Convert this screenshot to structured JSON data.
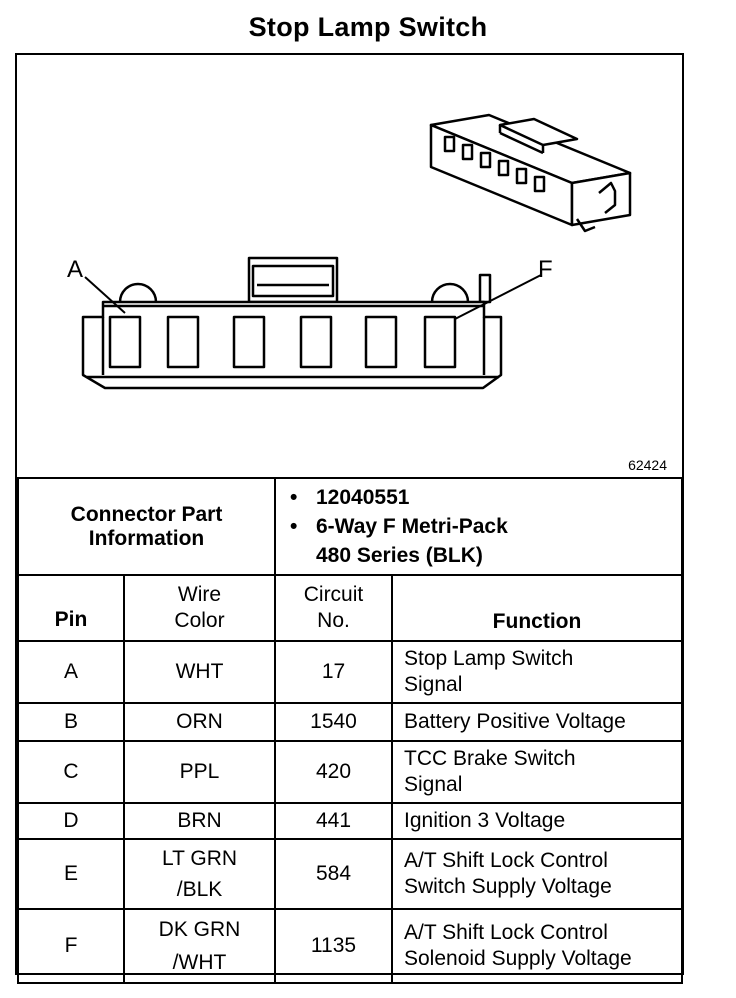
{
  "title": "Stop Lamp Switch",
  "figure_number": "62424",
  "pin_labels": {
    "first": "A",
    "last": "F"
  },
  "connector_info": {
    "label_line1": "Connector Part",
    "label_line2": "Information",
    "bullet": "•",
    "part_number": "12040551",
    "type_line1": "6-Way F Metri-Pack",
    "type_line2": "480 Series (BLK)"
  },
  "columns": {
    "pin": "Pin",
    "wire_color_line1": "Wire",
    "wire_color_line2": "Color",
    "circuit_line1": "Circuit",
    "circuit_line2": "No.",
    "function": "Function"
  },
  "rows": [
    {
      "pin": "A",
      "wire1": "WHT",
      "wire2": "",
      "circuit": "17",
      "func1": "Stop Lamp Switch",
      "func2": "Signal"
    },
    {
      "pin": "B",
      "wire1": "ORN",
      "wire2": "",
      "circuit": "1540",
      "func1": "Battery Positive Voltage",
      "func2": ""
    },
    {
      "pin": "C",
      "wire1": "PPL",
      "wire2": "",
      "circuit": "420",
      "func1": "TCC Brake Switch",
      "func2": "Signal"
    },
    {
      "pin": "D",
      "wire1": "BRN",
      "wire2": "",
      "circuit": "441",
      "func1": "Ignition 3 Voltage",
      "func2": ""
    },
    {
      "pin": "E",
      "wire1": "LT GRN",
      "wire2": "/BLK",
      "circuit": "584",
      "func1": "A/T Shift Lock Control",
      "func2": "Switch Supply Voltage"
    },
    {
      "pin": "F",
      "wire1": "DK GRN",
      "wire2": "/WHT",
      "circuit": "1135",
      "func1": "A/T Shift Lock Control",
      "func2": "Solenoid Supply Voltage"
    }
  ]
}
